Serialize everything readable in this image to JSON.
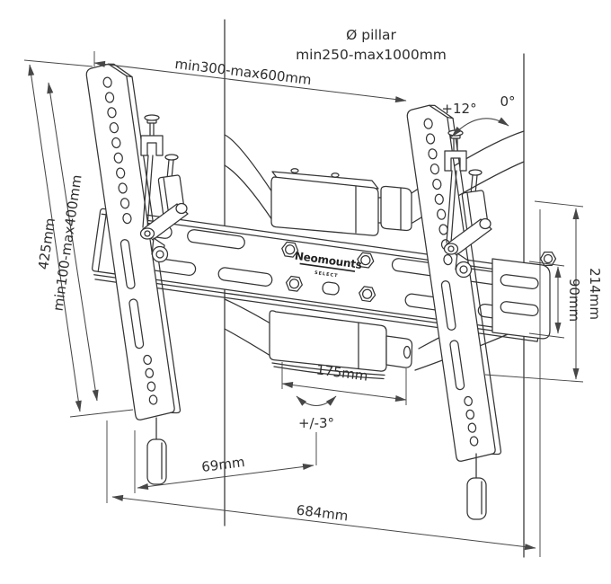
{
  "drawing": {
    "brand": {
      "name": "Neomounts",
      "series": "SELECT"
    },
    "annotations": {
      "pillar_diameter_title": "Ø pillar",
      "pillar_diameter_range": "min250-max1000mm",
      "mount_width_range": "min300-max600mm",
      "tilt_max": "+12°",
      "tilt_zero": "0°",
      "bracket_height": "425mm",
      "vesa_height_range": "min100-max400mm",
      "arm_total_height": "214mm",
      "wall_plate_height": "90mm",
      "clamp_block_width": "175mm",
      "swivel_range": "+/-3°",
      "profile_depth": "69mm",
      "total_width": "684mm"
    },
    "colors": {
      "line": "#353535",
      "dimension_line": "#474747",
      "text": "#2e2e2e",
      "background": "#ffffff"
    }
  }
}
